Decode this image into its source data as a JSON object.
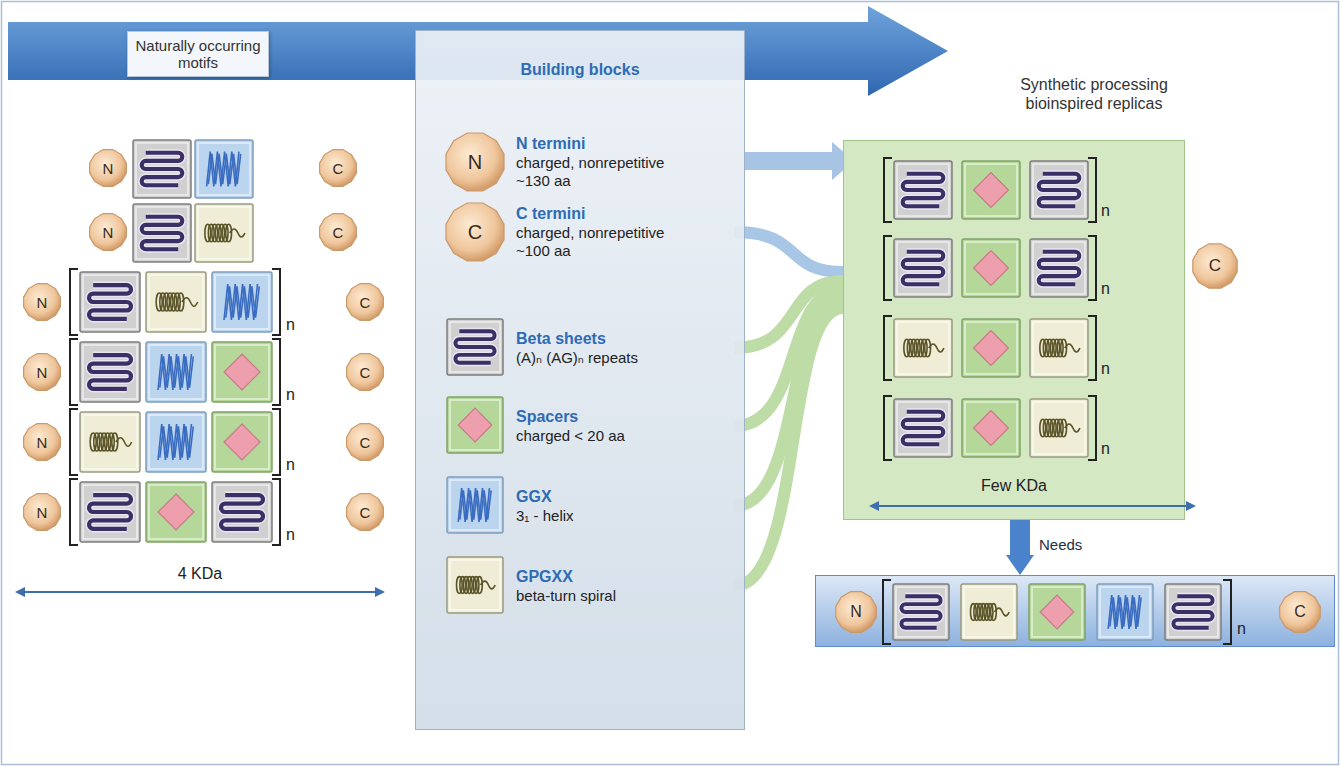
{
  "diagram": {
    "nodes": [
      {
        "text": [
          "Naturally occurring motifs"
        ]
      },
      {
        "text": [
          "N"
        ]
      },
      {
        "text": [
          "C"
        ]
      },
      {
        "text": [
          "N"
        ]
      },
      {
        "text": [
          "C"
        ]
      },
      {
        "text": [
          "N"
        ]
      },
      {
        "text": [
          "C"
        ]
      },
      {
        "text": [
          "N"
        ]
      },
      {
        "text": [
          "C"
        ]
      },
      {
        "text": [
          "N"
        ]
      },
      {
        "text": [
          "C"
        ]
      },
      {
        "text": [
          "N"
        ]
      },
      {
        "text": [
          "C"
        ]
      },
      {
        "text": [
          "Building blocks"
        ]
      },
      {
        "text": [
          "N termini",
          "charged, nonrepetitive ~130 aa"
        ],
        "in": 13
      },
      {
        "text": [
          "N"
        ],
        "in": 14
      },
      {
        "text": [
          "C termini",
          "charged, nonrepetitive ~100 aa"
        ],
        "in": 13
      },
      {
        "text": [
          "C"
        ],
        "in": 16
      },
      {
        "text": [
          "Beta sheets",
          "(A)ₙ (AG)ₙ repeats"
        ],
        "in": 13
      },
      {
        "text": [
          "Spacers",
          "charged < 20 aa"
        ],
        "in": 13
      },
      {
        "text": [
          "GGX",
          "3₁ - helix"
        ],
        "in": 13
      },
      {
        "text": [
          "GPGXX",
          "beta-turn spiral"
        ],
        "in": 13
      },
      {
        "text": [
          "Synthetic processing bioinspired replicas",
          "Few KDa"
        ]
      },
      {
        "text": [
          "C"
        ],
        "in": 22
      },
      {
        "text": [
          "n"
        ]
      },
      {
        "text": [
          "N"
        ],
        "in": 24
      },
      {
        "text": [
          "C"
        ],
        "in": 24
      }
    ],
    "edges": [
      {
        "from": 16,
        "to": 22,
        "arrow": "none"
      },
      {
        "from": 18,
        "to": 22,
        "arrow": "none"
      },
      {
        "from": 19,
        "to": 22,
        "arrow": "none"
      },
      {
        "from": 20,
        "to": 22,
        "arrow": "none"
      },
      {
        "from": 21,
        "to": 22,
        "arrow": "none"
      },
      {
        "from": 22,
        "to": 24,
        "label": "Needs",
        "arrow": "to"
      }
    ],
    "labels": [
      "n",
      "n",
      "n",
      "n",
      "4 KDa",
      "n",
      "n",
      "n",
      "n"
    ]
  }
}
